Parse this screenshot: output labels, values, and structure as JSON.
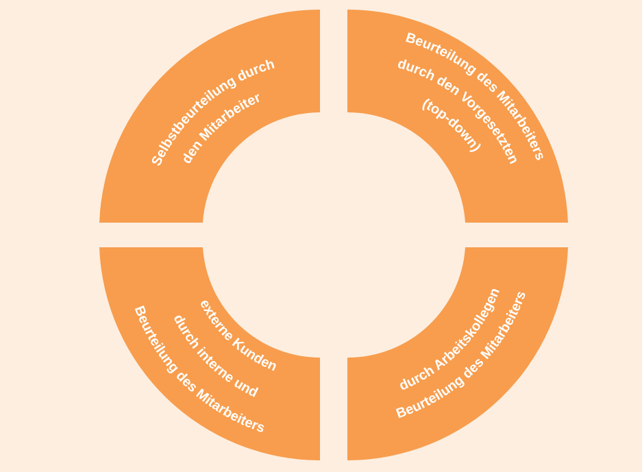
{
  "diagram": {
    "background_color": "#fdeee0",
    "segment_color": "#f79d4d",
    "text_color": "#ffffff",
    "segments": [
      {
        "id": "top-left",
        "lines": [
          "Selbstbeurteilung durch",
          "den Mitarbeiter"
        ]
      },
      {
        "id": "top-right",
        "lines": [
          "Beurteilung des Mitarbeiters",
          "durch den Vorgesetzten",
          "(top-down)"
        ]
      },
      {
        "id": "bottom-right",
        "lines": [
          "Beurteilung des Mitarbeiters",
          "durch Arbeitskollegen"
        ]
      },
      {
        "id": "bottom-left",
        "lines": [
          "Beurteilung des Mitarbeiters",
          "durch interne und",
          "externe Kunden"
        ]
      }
    ]
  }
}
